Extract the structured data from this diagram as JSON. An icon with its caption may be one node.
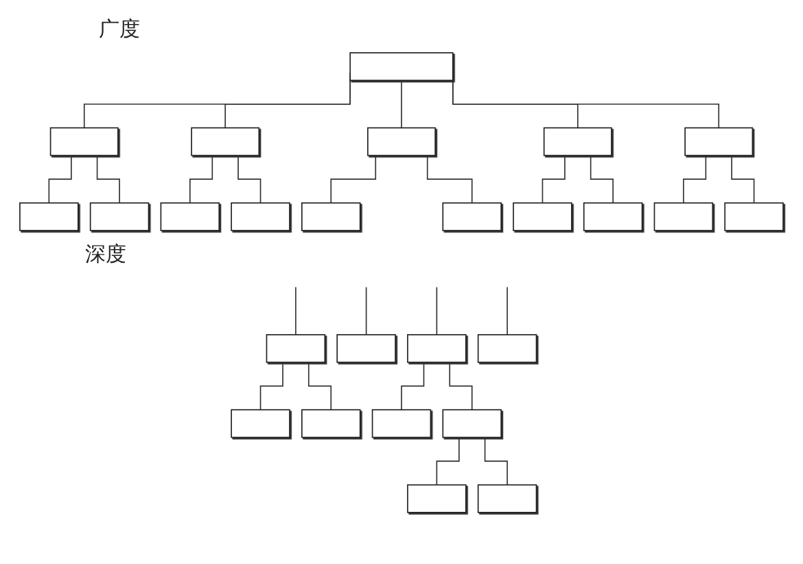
{
  "diagram": {
    "nodes": [
      {
        "text": [],
        "shape": "box"
      },
      {
        "text": [],
        "shape": "box"
      },
      {
        "text": [],
        "shape": "box"
      },
      {
        "text": [],
        "shape": "box"
      },
      {
        "text": [],
        "shape": "box"
      },
      {
        "text": [],
        "shape": "box"
      },
      {
        "text": [],
        "shape": "box"
      },
      {
        "text": [],
        "shape": "box"
      },
      {
        "text": [],
        "shape": "box"
      },
      {
        "text": [],
        "shape": "box"
      },
      {
        "text": [],
        "shape": "box"
      },
      {
        "text": [],
        "shape": "box"
      },
      {
        "text": [],
        "shape": "box"
      },
      {
        "text": [],
        "shape": "box"
      },
      {
        "text": [],
        "shape": "box"
      },
      {
        "text": [],
        "shape": "box"
      },
      {
        "text": [],
        "shape": "box"
      },
      {
        "text": [],
        "shape": "box"
      },
      {
        "text": [],
        "shape": "box"
      },
      {
        "text": [],
        "shape": "box"
      },
      {
        "text": [],
        "shape": "box"
      },
      {
        "text": [],
        "shape": "box"
      },
      {
        "text": [],
        "shape": "box"
      },
      {
        "text": [],
        "shape": "box"
      },
      {
        "text": [],
        "shape": "box"
      },
      {
        "text": [],
        "shape": "box"
      }
    ],
    "edges": [
      {
        "from": 0,
        "to": 1,
        "arrow": "none"
      },
      {
        "from": 0,
        "to": 2,
        "arrow": "none"
      },
      {
        "from": 0,
        "to": 3,
        "arrow": "none"
      },
      {
        "from": 0,
        "to": 4,
        "arrow": "none"
      },
      {
        "from": 0,
        "to": 5,
        "arrow": "none"
      },
      {
        "from": 1,
        "to": 6,
        "arrow": "none"
      },
      {
        "from": 1,
        "to": 7,
        "arrow": "none"
      },
      {
        "from": 2,
        "to": 8,
        "arrow": "none"
      },
      {
        "from": 2,
        "to": 9,
        "arrow": "none"
      },
      {
        "from": 3,
        "to": 10,
        "arrow": "none"
      },
      {
        "from": 3,
        "to": 11,
        "arrow": "none"
      },
      {
        "from": 4,
        "to": 12,
        "arrow": "none"
      },
      {
        "from": 4,
        "to": 13,
        "arrow": "none"
      },
      {
        "from": 5,
        "to": 14,
        "arrow": "none"
      },
      {
        "from": 5,
        "to": 15,
        "arrow": "none"
      },
      {
        "from": null,
        "to": 16,
        "arrow": "none"
      },
      {
        "from": null,
        "to": 17,
        "arrow": "none"
      },
      {
        "from": null,
        "to": 18,
        "arrow": "none"
      },
      {
        "from": null,
        "to": 19,
        "arrow": "none"
      },
      {
        "from": 16,
        "to": 20,
        "arrow": "none"
      },
      {
        "from": 16,
        "to": 21,
        "arrow": "none"
      },
      {
        "from": 18,
        "to": 22,
        "arrow": "none"
      },
      {
        "from": 18,
        "to": 23,
        "arrow": "none"
      },
      {
        "from": 23,
        "to": 24,
        "arrow": "none"
      },
      {
        "from": 23,
        "to": 25,
        "arrow": "none"
      }
    ],
    "labels": [
      "广度",
      "深度"
    ]
  }
}
